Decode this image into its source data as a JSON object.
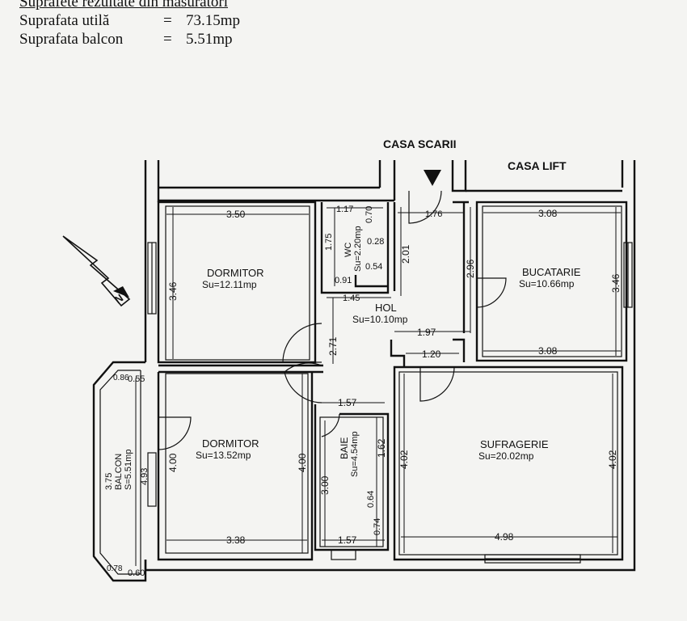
{
  "header": {
    "title": "Suprafete rezultate din masuratori",
    "util_label": "Suprafata utilă",
    "util_value": "73.15mp",
    "balcon_label": "Suprafata balcon",
    "balcon_value": "5.51mp",
    "eq": "="
  },
  "labels": {
    "casa_scarii": "CASA SCARII",
    "casa_lift": "CASA LIFT"
  },
  "rooms": {
    "dormitor1": {
      "name": "DORMITOR",
      "area": "Su=12.11mp"
    },
    "dormitor2": {
      "name": "DORMITOR",
      "area": "Su=13.52mp"
    },
    "wc": {
      "name": "WC",
      "area": "Su=2.20mp"
    },
    "hol": {
      "name": "HOL",
      "area": "Su=10.10mp"
    },
    "bucatarie": {
      "name": "BUCATARIE",
      "area": "Su=10.66mp"
    },
    "baie": {
      "name": "BAIE",
      "area": "Su=4.54mp"
    },
    "sufragerie": {
      "name": "SUFRAGERIE",
      "area": "Su=20.02mp"
    },
    "balcon": {
      "name": "BALCON",
      "area": "S=5.51mp"
    }
  },
  "dims": {
    "d_350": "3.50",
    "d_346a": "3.46",
    "d_117": "1.17",
    "d_070": "0.70",
    "d_028": "0.28",
    "d_054": "0.54",
    "d_175": "1.75",
    "d_091": "0.91",
    "d_145": "1.45",
    "d_201": "2.01",
    "d_176": "1.76",
    "d_296": "2.96",
    "d_308a": "3.08",
    "d_346b": "3.46",
    "d_197": "1.97",
    "d_120": "1.20",
    "d_308b": "3.08",
    "d_271": "2.71",
    "d_157a": "1.57",
    "d_162": "1.62",
    "d_064": "0.64",
    "d_074": "0.74",
    "d_300": "3.00",
    "d_400a": "4.00",
    "d_400b": "4.00",
    "d_338": "3.38",
    "d_157b": "1.57",
    "d_402a": "4.02",
    "d_402b": "4.02",
    "d_498": "4.98",
    "d_375": "3.75",
    "d_493": "4.93",
    "d_086": "0.86",
    "d_055": "0.55",
    "d_078": "0.78",
    "d_060": "0.60"
  }
}
